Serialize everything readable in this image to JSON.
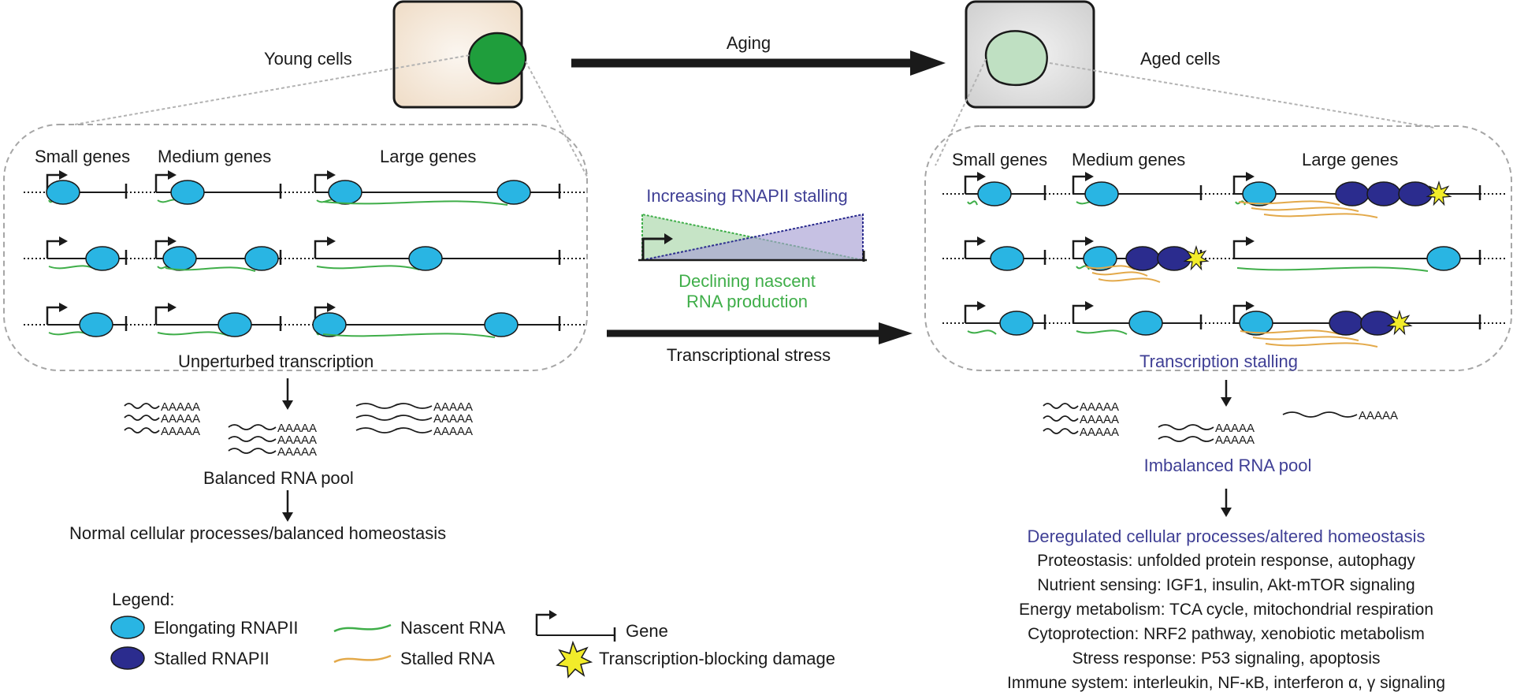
{
  "colors": {
    "elongating_rnapii": "#29b5e3",
    "stalled_rnapii": "#2b2c8e",
    "nascent_rna": "#3fae49",
    "stalled_rna": "#e3a94a",
    "damage_star": "#f2ec2a",
    "nucleus_young": "#1f9e3c",
    "nucleus_aged": "#bfe0c2",
    "cell_young_bg": "#f4e9dc",
    "cell_aged_bg": "#dcdcdc",
    "highlight_text": "#3f3f95",
    "green_text": "#3fae49"
  },
  "young": {
    "cell_label": "Young cells",
    "gene_headers": [
      "Small genes",
      "Medium genes",
      "Large genes"
    ],
    "caption": "Unperturbed transcription",
    "pool_label": "Balanced RNA pool",
    "outcome": "Normal cellular processes/balanced homeostasis"
  },
  "aged": {
    "cell_label": "Aged cells",
    "gene_headers": [
      "Small genes",
      "Medium genes",
      "Large genes"
    ],
    "caption": "Transcription stalling",
    "pool_label": "Imbalanced RNA pool",
    "outcome_title": "Deregulated cellular processes/altered homeostasis",
    "outcomes": [
      "Proteostasis: unfolded protein response, autophagy",
      "Nutrient sensing: IGF1, insulin, Akt-mTOR signaling",
      "Energy metabolism: TCA cycle, mitochondrial respiration",
      "Cytoprotection: NRF2 pathway, xenobiotic metabolism",
      "Stress response: P53 signaling, apoptosis",
      "Immune system: interleukin, NF-κB, interferon α, γ signaling"
    ]
  },
  "middle": {
    "aging_label": "Aging",
    "stalling_label": "Increasing RNAPII stalling",
    "nascent_label_1": "Declining nascent",
    "nascent_label_2": "RNA production",
    "stress_label": "Transcriptional stress"
  },
  "polya": "AAAAA",
  "legend": {
    "title": "Legend:",
    "elongating": "Elongating RNAPII",
    "stalled": "Stalled RNAPII",
    "nascent": "Nascent RNA",
    "stalled_rna": "Stalled RNA",
    "gene": "Gene",
    "damage": "Transcription-blocking damage"
  }
}
